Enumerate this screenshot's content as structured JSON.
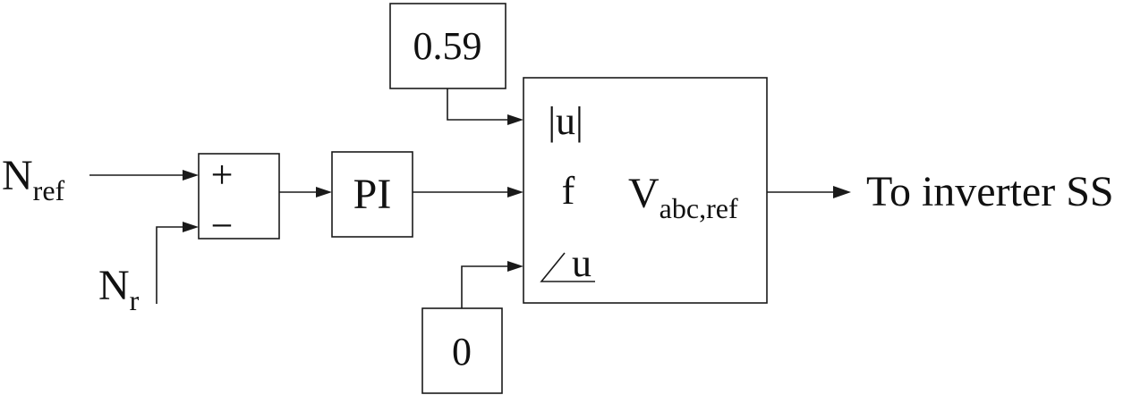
{
  "inputs": {
    "speed_ref_main": "N",
    "speed_ref_sub": "ref",
    "speed_meas_main": "N",
    "speed_meas_sub": "r"
  },
  "sum_block": {
    "plus": "+",
    "minus": "−"
  },
  "pi_block": {
    "label": "PI"
  },
  "constants": {
    "magnitude": "0.59",
    "angle": "0"
  },
  "generator_block": {
    "port_magnitude": "|u|",
    "port_frequency": "f",
    "port_angle": "u",
    "output_main": "V",
    "output_sub": "abc,ref"
  },
  "output": {
    "label": "To inverter SS"
  }
}
